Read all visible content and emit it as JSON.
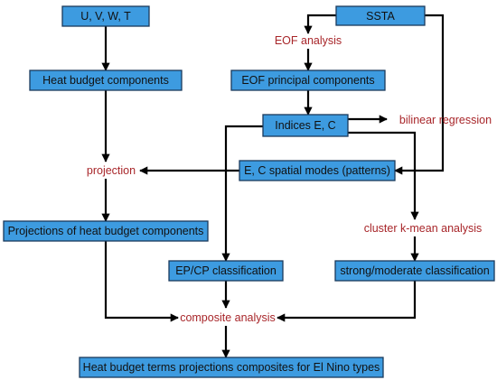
{
  "colors": {
    "box_fill": "#3d9be0",
    "box_border": "#1b3a5c",
    "process_text": "#a8262a",
    "arrow": "#000000"
  },
  "boxes": {
    "uvwt": "U, V, W, T",
    "ssta": "SSTA",
    "heat_budget_components": "Heat budget components",
    "eof_principal_components": "EOF principal components",
    "indices_ec": "Indices E, C",
    "ec_spatial_modes": "E, C spatial modes (patterns)",
    "projections_heat_budget": "Projections of heat budget components",
    "epcp_classification": "EP/CP classification",
    "strong_moderate_classification": "strong/moderate classification",
    "final_composites": "Heat budget terms projections composites for El Nino types"
  },
  "processes": {
    "eof_analysis": "EOF analysis",
    "bilinear_regression": "bilinear regression",
    "projection": "projection",
    "cluster_kmean": "cluster k-mean analysis",
    "composite_analysis": "composite analysis"
  }
}
